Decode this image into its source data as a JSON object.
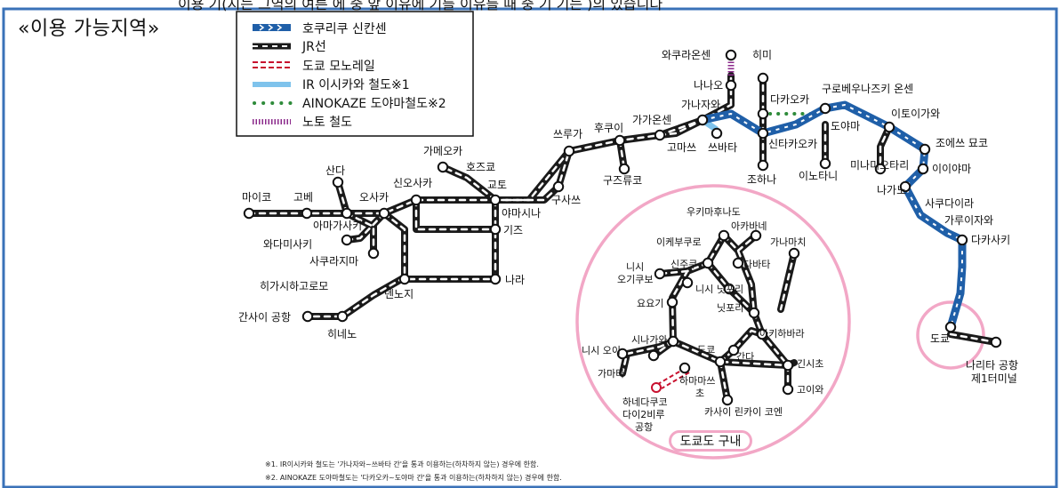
{
  "cut_text": "이용 기(지는 그역의 여른 에 중 앞 이유에 기를 이유를 때 중 기 기는 )의 있습니다",
  "heading": "«이용 가능지역»",
  "legend": [
    {
      "id": "shinkansen",
      "label": "호쿠리쿠 신칸센"
    },
    {
      "id": "jr",
      "label": "JR선"
    },
    {
      "id": "monorail",
      "label": "도쿄 모노레일"
    },
    {
      "id": "ir",
      "label": "IR 이시카와 철도※1"
    },
    {
      "id": "ainokaze",
      "label": "AINOKAZE 도야마철도※2"
    },
    {
      "id": "noto",
      "label": "노토 철도"
    }
  ],
  "tokyo_area_label": "도쿄도 구내",
  "stations": {
    "maiko": "마이코",
    "kobe": "고베",
    "amagasaki": "아마가사키",
    "wadamisaki": "와다미사키",
    "sanda": "산다",
    "osaka": "오사카",
    "shinosaka": "신오사카",
    "sakurajima": "사쿠라지마",
    "nishikujo": "히가시하고로모",
    "kansai": "간사이 공항",
    "hineno": "히네노",
    "tennoji": "덴노지",
    "kameoka": "가메오카",
    "hozukyo": "호즈쿄",
    "kyoto": "교토",
    "yamashina": "야마시나",
    "kizu": "기즈",
    "nara": "나라",
    "kusatsu": "구사쓰",
    "tsuruga": "쓰루가",
    "fukui": "후쿠이",
    "kagaonsen": "가가온센",
    "kuzuryu": "구즈류코",
    "komatsu": "고마쓰",
    "kanazawa": "가나자와",
    "tsubata": "쓰바타",
    "wakuraonsen": "와쿠라온센",
    "nanao": "나나오",
    "himi": "히미",
    "takaoka": "다카오카",
    "shintakaoka": "신타카오카",
    "johana": "조하나",
    "toyama": "도야마",
    "kurobe": "구로베우나즈키 온센",
    "itoigawa": "이토이가와",
    "joetsu": "조에쓰 묘코",
    "iiyama": "이이야마",
    "inotani": "이노타니",
    "minamiotari": "미나미오타리",
    "nagano": "나가노",
    "sakudaira": "사쿠다이라",
    "karuizawa": "가루이자와",
    "takasaki": "다카사키",
    "tokyo": "도쿄",
    "narita": "나리타 공항\n제1터미널"
  },
  "tokyo_stations": {
    "ukima": "우키마후나도",
    "akabane": "아카바네",
    "ikebukuro": "이케부쿠로",
    "kanamachi": "가나마치",
    "shinjuku": "신주쿠",
    "tabata": "다바타",
    "nishiogikubo": "니시\n오기쿠보",
    "nishinippori": "니시 닛포리",
    "nippori": "닛포리",
    "yoyogi": "요요기",
    "akihabara": "아키하바라",
    "shinagawa": "시나가와",
    "nishioi": "니시 오이",
    "tokyo": "도쿄",
    "kanda": "간다",
    "kinshicho": "긴시초",
    "kamata": "가마타",
    "hamamatsucho": "하마마쓰\n초",
    "koiwa": "고이와",
    "haneda": "하네다쿠코\n다이2비루\n공항",
    "kasai": "카사이 린카이 코엔"
  },
  "footnotes": [
    "※1. IR이시카와 철도는 '가나자와~쓰바타 간'을 통과 이용하는(하차하지 않는) 경우에 한함.",
    "※2. AINOKAZE 도야마철도는 '다카오카~도야마 간'을 통과 이용하는(하차하지 않는) 경우에 한함."
  ],
  "colors": {
    "frame": "#3a72b8",
    "shinkansen": "#1f5fa8",
    "jr": "#1a1a1a",
    "monorail": "#c8102e",
    "ir": "#7fc3ec",
    "ainokaze": "#2e8b3a",
    "noto": "#8b2a8b",
    "tokyo_circle": "#f2a7c6"
  }
}
